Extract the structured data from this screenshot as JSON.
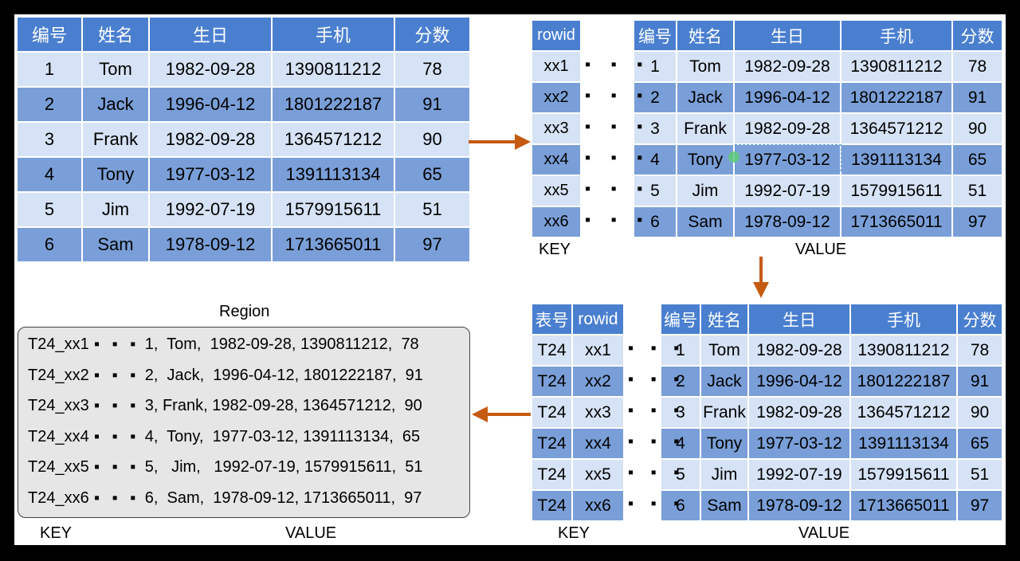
{
  "headers": [
    "编号",
    "姓名",
    "生日",
    "手机",
    "分数"
  ],
  "rows": [
    [
      "1",
      "Tom",
      "1982-09-28",
      "1390811212",
      "78"
    ],
    [
      "2",
      "Jack",
      "1996-04-12",
      "1801222187",
      "91"
    ],
    [
      "3",
      "Frank",
      "1982-09-28",
      "1364571212",
      "90"
    ],
    [
      "4",
      "Tony",
      "1977-03-12",
      "1391113134",
      "65"
    ],
    [
      "5",
      "Jim",
      "1992-07-19",
      "1579915611",
      "51"
    ],
    [
      "6",
      "Sam",
      "1978-09-12",
      "1713665011",
      "97"
    ]
  ],
  "rowid_header": "rowid",
  "table_header": "表号",
  "rowids": [
    "xx1",
    "xx2",
    "xx3",
    "xx4",
    "xx5",
    "xx6"
  ],
  "table_no": "T24",
  "dots_symbol": "▪ ▪ ▪",
  "key_label": "KEY",
  "value_label": "VALUE",
  "region_title": "Region",
  "region_rows": [
    {
      "key": "T24_xx1",
      "value": "1,  Tom,  1982-09-28, 1390811212,  78"
    },
    {
      "key": "T24_xx2",
      "value": "2,  Jack,  1996-04-12, 1801222187,  91"
    },
    {
      "key": "T24_xx3",
      "value": "3, Frank, 1982-09-28, 1364571212,  90"
    },
    {
      "key": "T24_xx4",
      "value": "4,  Tony,  1977-03-12, 1391113134,  65"
    },
    {
      "key": "T24_xx5",
      "value": "5,   Jim,   1992-07-19, 1579915611,  51"
    },
    {
      "key": "T24_xx6",
      "value": "6,  Sam,  1978-09-12, 1713665011,  97"
    }
  ],
  "colors": {
    "header": "#4a7fd0",
    "row_light": "#d6e2f5",
    "row_dark": "#7a9fd8",
    "arrow": "#c55a11",
    "region_bg": "#e6e6e6"
  }
}
